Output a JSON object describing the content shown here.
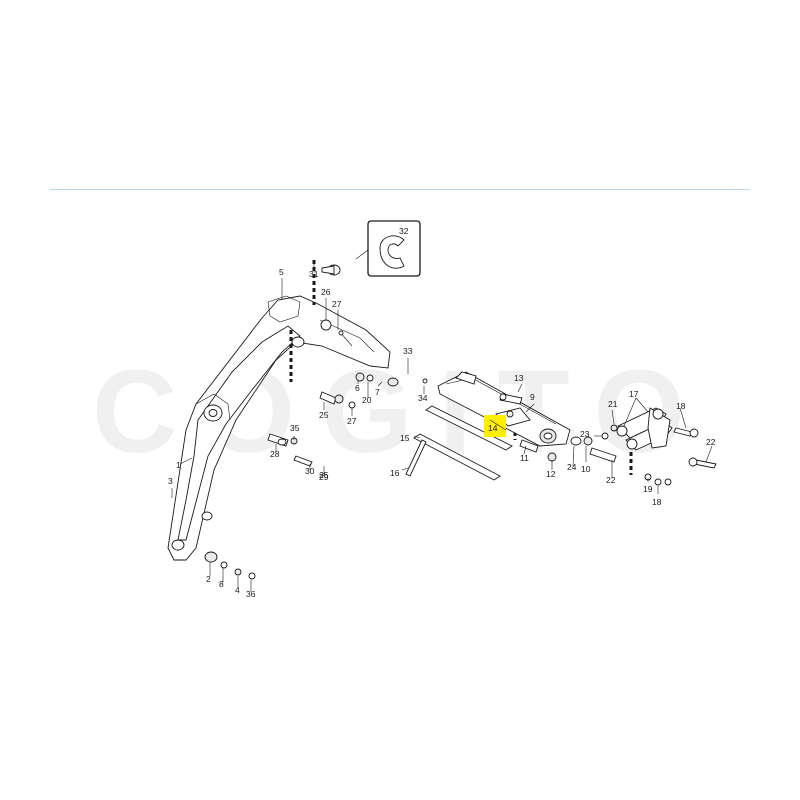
{
  "watermark": "COGITO",
  "colors": {
    "divider": "#b9d7ea",
    "highlight": "#ffee00",
    "watermark": "#f0f0f0",
    "line": "#1a1a1a"
  },
  "highlighted_part": "14",
  "labels": {
    "p1": "1",
    "p2": "2",
    "p3": "3",
    "p4": "4",
    "p5": "5",
    "p6": "6",
    "p7": "7",
    "p8": "8",
    "p9": "9",
    "p10": "10",
    "p11": "11",
    "p12": "12",
    "p13": "13",
    "p14": "14",
    "p15": "15",
    "p16": "16",
    "p17": "17",
    "p18a": "18",
    "p18b": "18",
    "p19": "19",
    "p20": "20",
    "p21": "21",
    "p22a": "22",
    "p22b": "22",
    "p23": "23",
    "p24": "24",
    "p25a": "25",
    "p25b": "25",
    "p26": "26",
    "p27a": "27",
    "p27b": "27",
    "p28": "28",
    "p29": "29",
    "p30": "30",
    "p31": "31",
    "p32": "32",
    "p33": "33",
    "p34": "34",
    "p35": "35",
    "p36": "36"
  }
}
